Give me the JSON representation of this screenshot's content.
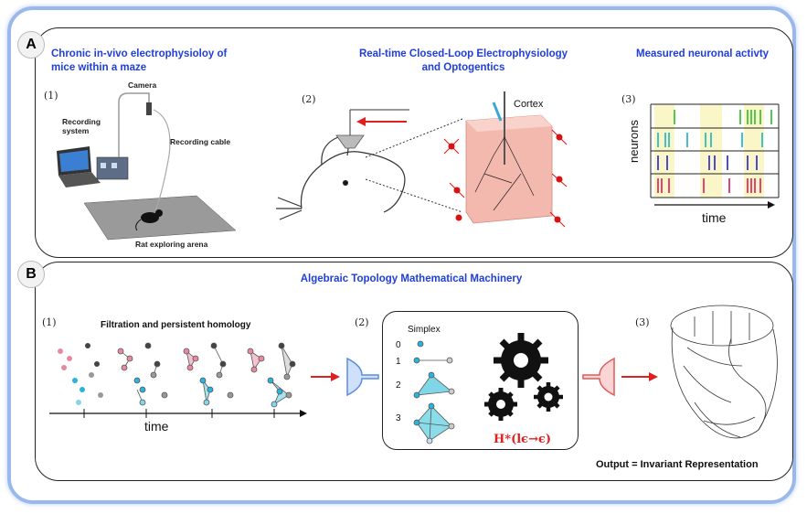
{
  "panel_a": {
    "tag": "A",
    "title_1": "Chronic in-vivo electrophysioloy of mice within a maze",
    "title_2": "Real-time Closed-Loop Electrophysiology and Optogentics",
    "title_3": "Measured neuronal activty",
    "num_1": "(1)",
    "num_2": "(2)",
    "num_3": "(3)",
    "camera": "Camera",
    "recording_system": "Recording system",
    "recording_cable": "Recording cable",
    "arena": "Rat exploring arena",
    "cortex": "Cortex",
    "neurons": "neurons",
    "time": "time"
  },
  "panel_b": {
    "tag": "B",
    "title": "Algebraic Topology Mathematical Machinery",
    "num_1": "(1)",
    "num_2": "(2)",
    "num_3": "(3)",
    "filtration": "Filtration and persistent homology",
    "time": "time",
    "simplex": "Simplex",
    "simplex_levels": [
      "0",
      "1",
      "2",
      "3"
    ],
    "homology": "H*(lϵ→ϵ)",
    "output": "Output = Invariant Representation"
  },
  "colors": {
    "title_blue": "#1f3fd8",
    "frame": "#9bb8ec",
    "arrow_red": "#e02020",
    "funnel_blue": "#5a8de0",
    "funnel_red": "#e05a5a"
  }
}
